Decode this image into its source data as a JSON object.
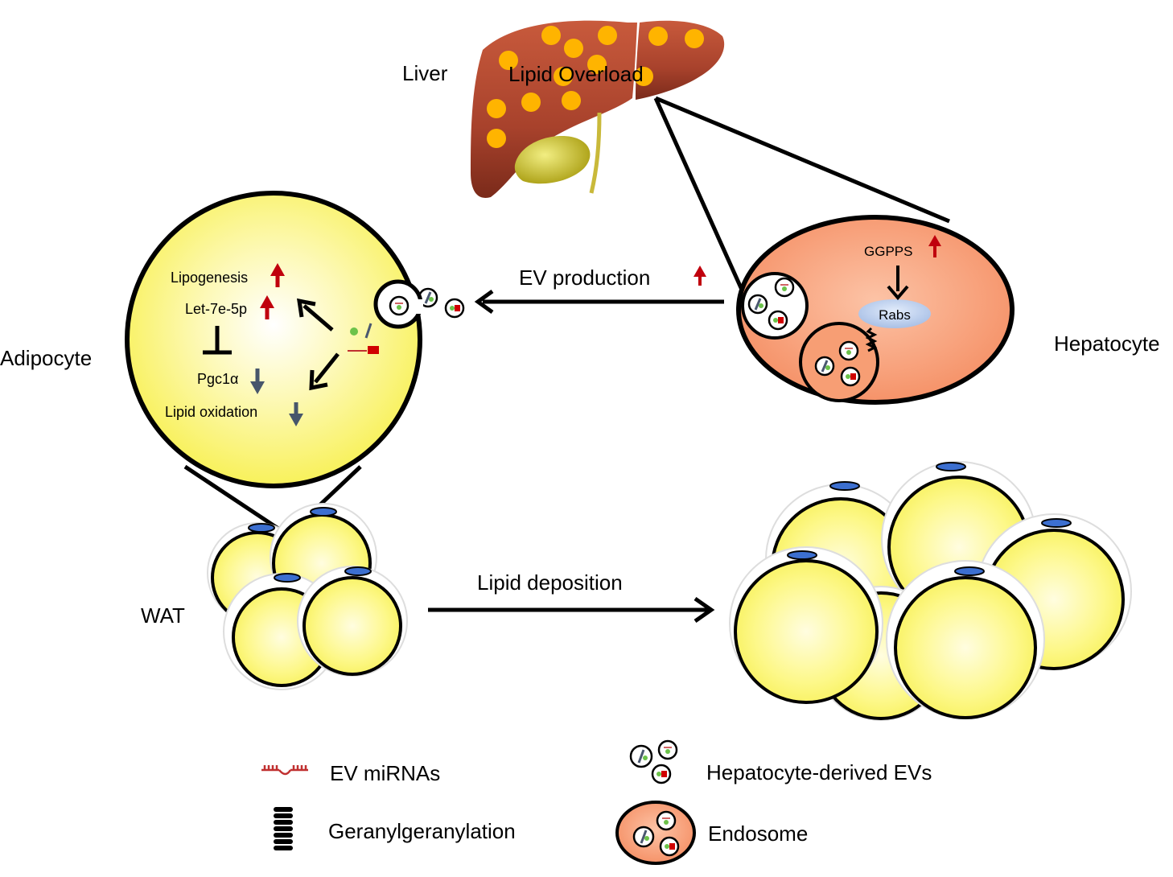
{
  "labels": {
    "liver": "Liver",
    "lipid_overload": "Lipid Overload",
    "adipocyte": "Adipocyte",
    "hepatocyte": "Hepatocyte",
    "ev_production": "EV production",
    "lipid_deposition": "Lipid deposition",
    "wat": "WAT",
    "ggpps": "GGPPS",
    "rabs": "Rabs",
    "lipogenesis": "Lipogenesis",
    "let7e": "Let-7e-5p",
    "pgc1a": "Pgc1α",
    "lipid_oxidation": "Lipid oxidation"
  },
  "legend": {
    "ev_mirnas": "EV miRNAs",
    "geranylgeranylation": "Geranylgeranylation",
    "hepatocyte_evs": "Hepatocyte-derived EVs",
    "endosome": "Endosome"
  },
  "colors": {
    "up_arrow": "#c0000d",
    "down_arrow": "#47566b",
    "adipocyte_fill": "#fdf87a",
    "hepatocyte_fill": "#f7a07e",
    "nucleus": "#3c6fd0",
    "liver": "#a8422c",
    "lipid_droplet": "#ffb400"
  }
}
